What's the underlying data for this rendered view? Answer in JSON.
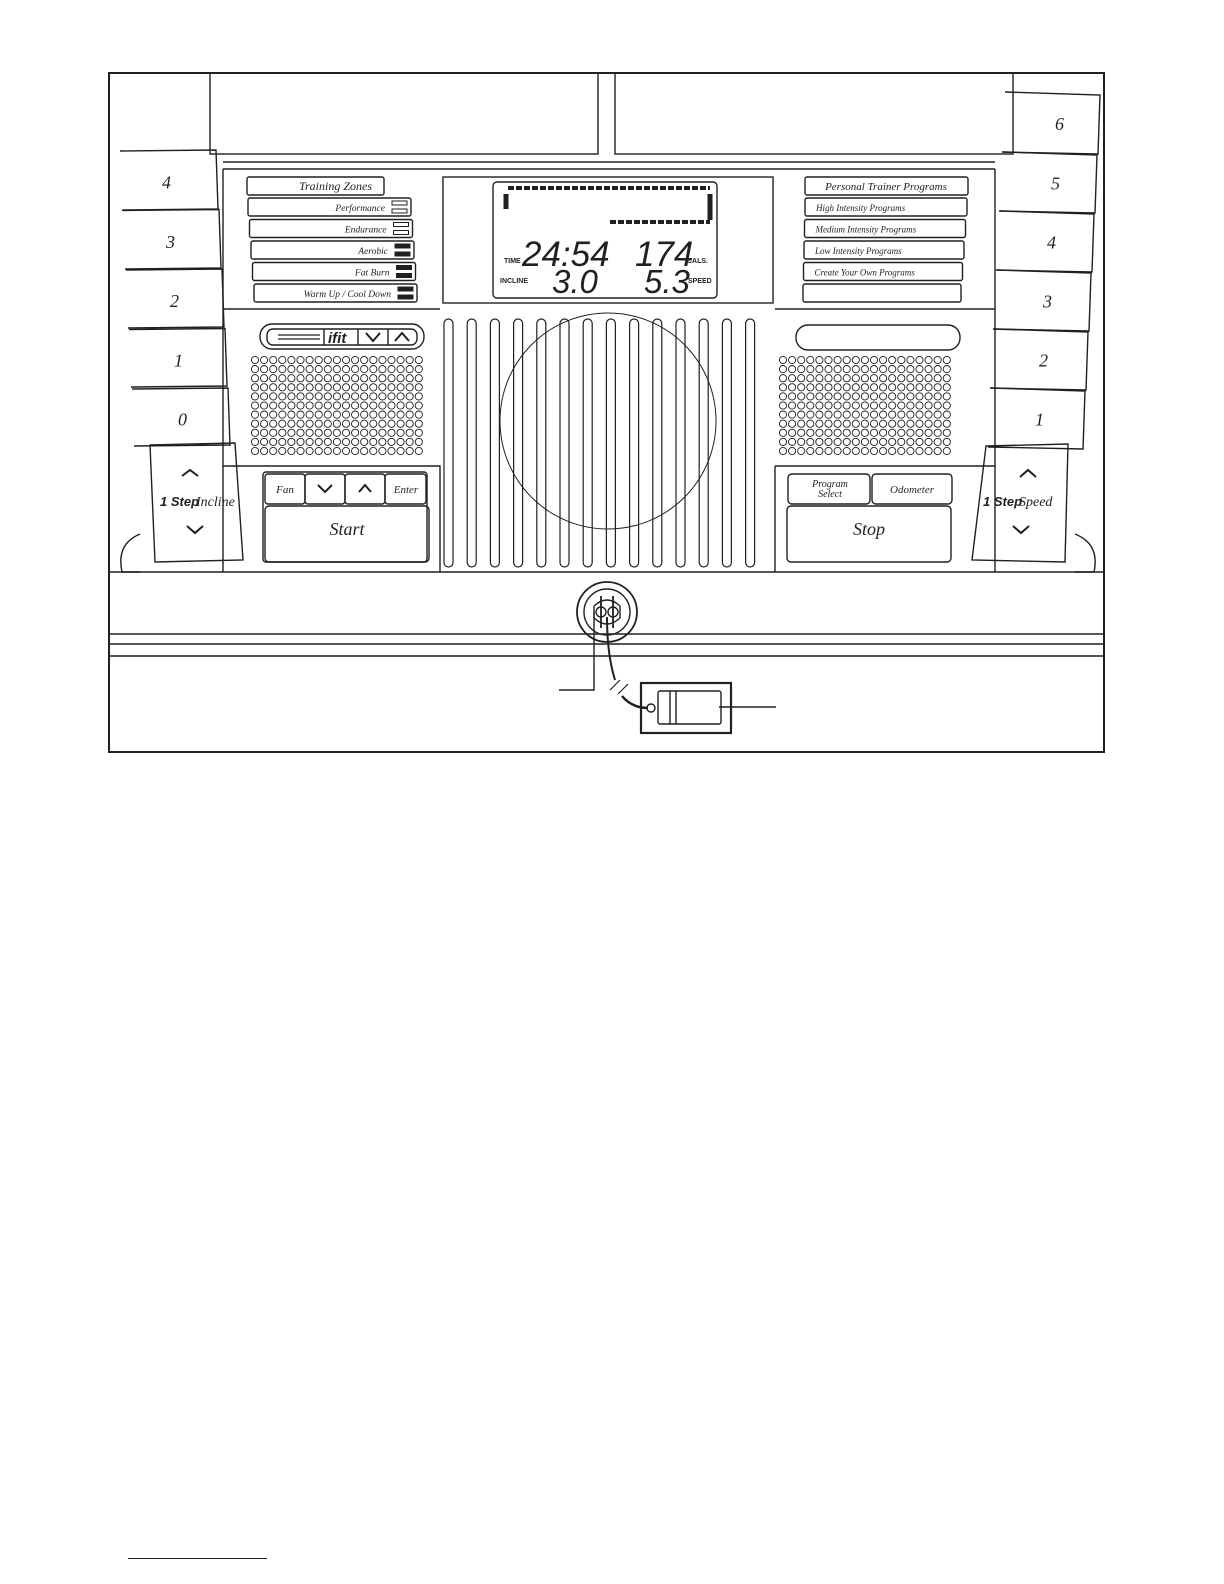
{
  "incline_keys": [
    "4",
    "3",
    "2",
    "1",
    "0"
  ],
  "speed_keys": [
    "6",
    "5",
    "4",
    "3",
    "2",
    "1"
  ],
  "incline_step": {
    "bold": "1 Step",
    "label": "Incline"
  },
  "speed_step": {
    "bold": "1 Step",
    "label": "Speed"
  },
  "training_zones": {
    "header": "Training Zones",
    "items": [
      "Performance",
      "Endurance",
      "Aerobic",
      "Fat Burn",
      "Warm Up / Cool Down"
    ]
  },
  "programs": {
    "header": "Personal Trainer Programs",
    "items": [
      "High Intensity Programs",
      "Medium Intensity Programs",
      "Low Intensity Programs",
      "Create Your Own Programs",
      ""
    ]
  },
  "display": {
    "time_label": "TIME",
    "time_value": "24:54",
    "cals_value": "174",
    "cals_label": "CALS.",
    "incline_label": "INCLINE",
    "incline_value": "3.0",
    "speed_value": "5.3",
    "speed_label": "SPEED"
  },
  "ifit_label": "ifit",
  "left_buttons": {
    "fan": "Fan",
    "enter": "Enter",
    "start": "Start"
  },
  "right_buttons": {
    "program_line1": "Program",
    "program_line2": "Select",
    "odometer": "Odometer",
    "stop": "Stop"
  }
}
